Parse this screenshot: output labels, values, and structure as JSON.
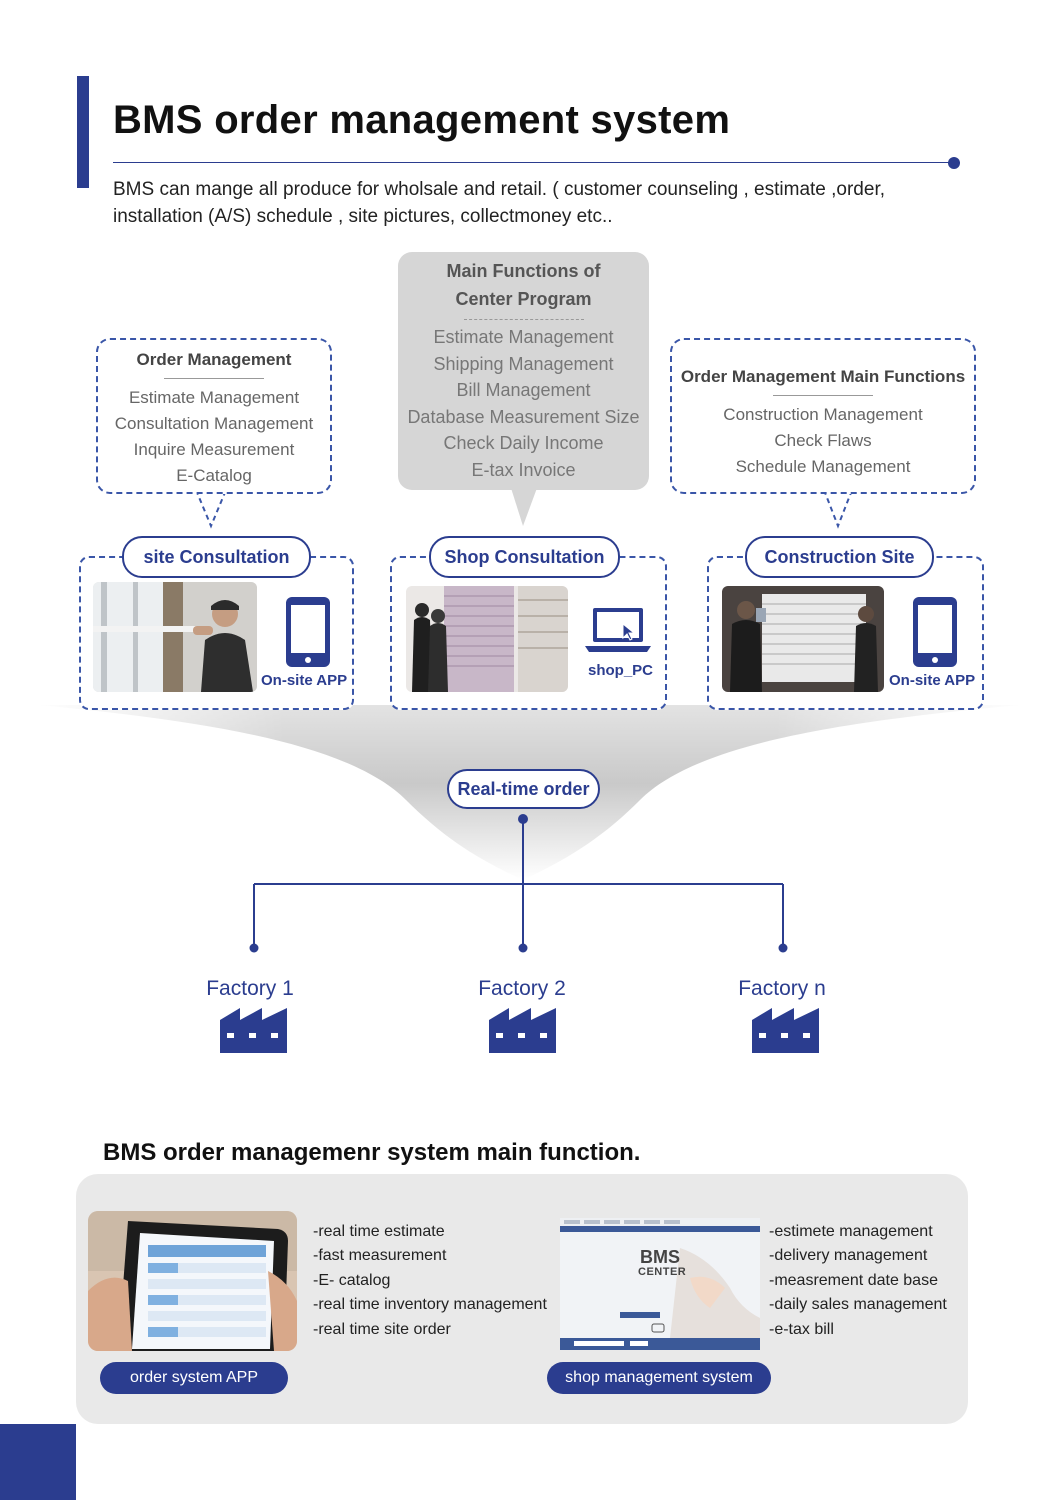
{
  "header": {
    "title": "BMS order management system",
    "intro": "BMS can mange all produce for wholsale and retail. ( customer counseling , estimate ,order, installation (A/S) schedule ,  site pictures,  collectmoney etc.."
  },
  "order_management_box": {
    "title": "Order Management",
    "items": [
      "Estimate Management",
      "Consultation Management",
      "Inquire Measurement",
      "E-Catalog"
    ]
  },
  "center_program_box": {
    "title_line1": "Main Functions of",
    "title_line2": "Center Program",
    "items": [
      "Estimate Management",
      "Shipping Management",
      "Bill Management",
      "Database Measurement Size",
      "Check Daily Income",
      "E-tax Invoice"
    ]
  },
  "main_functions_box": {
    "title": "Order Management Main Functions",
    "items": [
      "Construction Management",
      "Check Flaws",
      "Schedule Management"
    ]
  },
  "sections": [
    {
      "label": "site Consultation",
      "device_label": "On-site APP"
    },
    {
      "label": "Shop Consultation",
      "device_label": "shop_PC"
    },
    {
      "label": "Construction Site",
      "device_label": "On-site APP"
    }
  ],
  "realtime_order": "Real-time order",
  "factories": [
    "Factory 1",
    "Factory 2",
    "Factory n"
  ],
  "bottom": {
    "title": "BMS  order managemenr system main function.",
    "app_features": [
      "-real time estimate",
      "-fast measurement",
      "-E- catalog",
      "-real time inventory management",
      "-real time site order"
    ],
    "app_pill": "order system APP",
    "shop_features": [
      "-estimete management",
      "-delivery management",
      "-measrement date base",
      "-daily  sales management",
      "-e-tax bill"
    ],
    "shop_pill": "shop management system",
    "screen_logo_line1": "BMS",
    "screen_logo_line2": "CENTER"
  },
  "colors": {
    "navy": "#2b3d8f",
    "panel_gray": "#e9e9e9",
    "center_box_gray": "#d6d6d6"
  }
}
